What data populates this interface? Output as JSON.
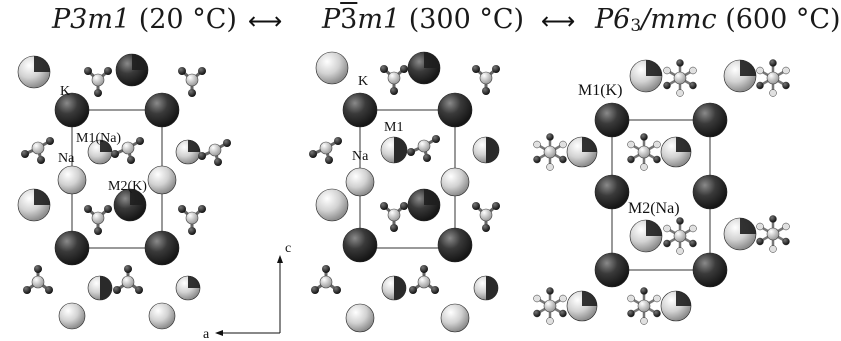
{
  "titles": {
    "left": {
      "sg_main": "P3",
      "sg_rest": "m1",
      "temp": " (20 °C)"
    },
    "middle": {
      "sg_p": "P",
      "sg_bar": "3",
      "sg_rest": "m1",
      "temp": " (300 °C)"
    },
    "right": {
      "sg_p": "P6",
      "sg_sub": "3",
      "sg_rest": "/mmc",
      "temp": " (600 °C)"
    }
  },
  "arrows": {
    "first": "⟷",
    "second": "⟷"
  },
  "labels": {
    "left_K": "K",
    "left_M1": "M1(Na)",
    "left_Na": "Na",
    "left_M2": "M2(K)",
    "mid_K": "K",
    "mid_M1": "M1",
    "mid_Na": "Na",
    "right_M1": "M1(K)",
    "right_M2": "M2(Na)",
    "axis_c": "c",
    "axis_a": "a"
  },
  "colors": {
    "dark_atom": "#2a2a2a",
    "light_atom": "#c8c8c8",
    "mid_atom": "#9a9a9a",
    "bond": "#555555",
    "cell": "#333333"
  }
}
